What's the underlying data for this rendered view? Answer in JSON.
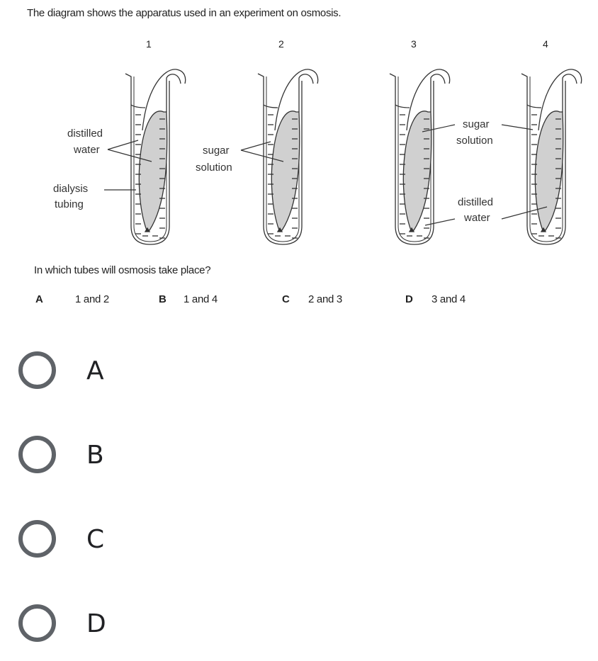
{
  "question": {
    "intro": "The diagram shows the apparatus used in an experiment on osmosis.",
    "tube_numbers": [
      "1",
      "2",
      "3",
      "4"
    ],
    "labels": {
      "tube1_top": "distilled",
      "tube1_top2": "water",
      "tube1_bottom": "dialysis",
      "tube1_bottom2": "tubing",
      "tube2": "sugar",
      "tube2b": "solution",
      "tube34_top": "sugar",
      "tube34_top2": "solution",
      "tube34_bottom": "distilled",
      "tube34_bottom2": "water"
    },
    "prompt": "In which tubes will osmosis take place?",
    "choices": [
      {
        "letter": "A",
        "text": "1 and 2"
      },
      {
        "letter": "B",
        "text": "1 and 4"
      },
      {
        "letter": "C",
        "text": "2 and 3"
      },
      {
        "letter": "D",
        "text": "3 and 4"
      }
    ],
    "colors": {
      "bag_fill": "#d0d0d0",
      "line": "#333333"
    }
  },
  "options": [
    {
      "label": "A",
      "selected": false
    },
    {
      "label": "B",
      "selected": false
    },
    {
      "label": "C",
      "selected": false
    },
    {
      "label": "D",
      "selected": false
    }
  ],
  "colors": {
    "radio_border": "#5f6368",
    "option_text": "#202124"
  }
}
